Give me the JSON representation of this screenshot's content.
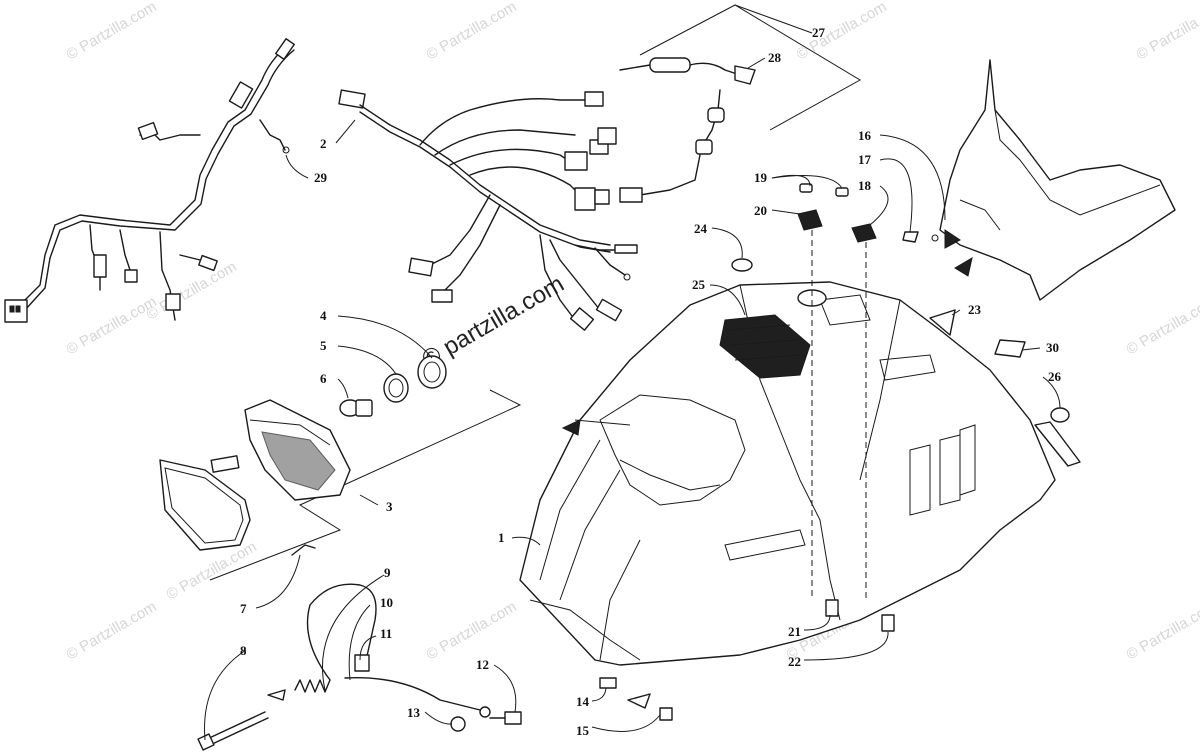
{
  "watermark": {
    "text": "© Partzilla.com",
    "big_text": "© partzilla.com"
  },
  "callouts": [
    "1",
    "2",
    "3",
    "4",
    "5",
    "6",
    "7",
    "8",
    "9",
    "10",
    "11",
    "12",
    "13",
    "14",
    "15",
    "16",
    "17",
    "18",
    "19",
    "20",
    "21",
    "22",
    "23",
    "24",
    "25",
    "26",
    "27",
    "28",
    "29",
    "30"
  ]
}
